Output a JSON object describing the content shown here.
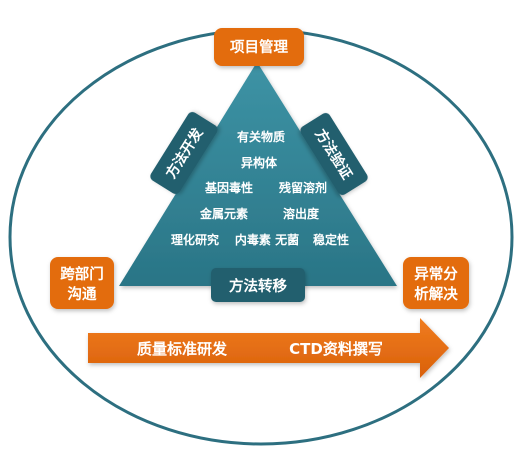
{
  "colors": {
    "accent_orange": "#e36c0a",
    "teal_dark": "#215f6e",
    "teal_mid": "#2e7c8d",
    "teal_light": "#3d93a5",
    "circle_stroke": "#2d6f80",
    "text_white": "#ffffff"
  },
  "nodes": {
    "top": "项目管理",
    "left_line1": "跨部门",
    "left_line2": "沟通",
    "right_line1": "异常分",
    "right_line2": "析解决"
  },
  "triangle": {
    "left_side": "方法开发",
    "right_side": "方法验证",
    "bottom": "方法转移",
    "items": [
      "有关物质",
      "异构体",
      "基因毒性",
      "残留溶剂",
      "金属元素",
      "溶出度",
      "理化研究",
      "内毒素 无菌",
      "稳定性"
    ]
  },
  "arrow": {
    "left_text": "质量标准研发",
    "right_text": "CTD资料撰写"
  }
}
